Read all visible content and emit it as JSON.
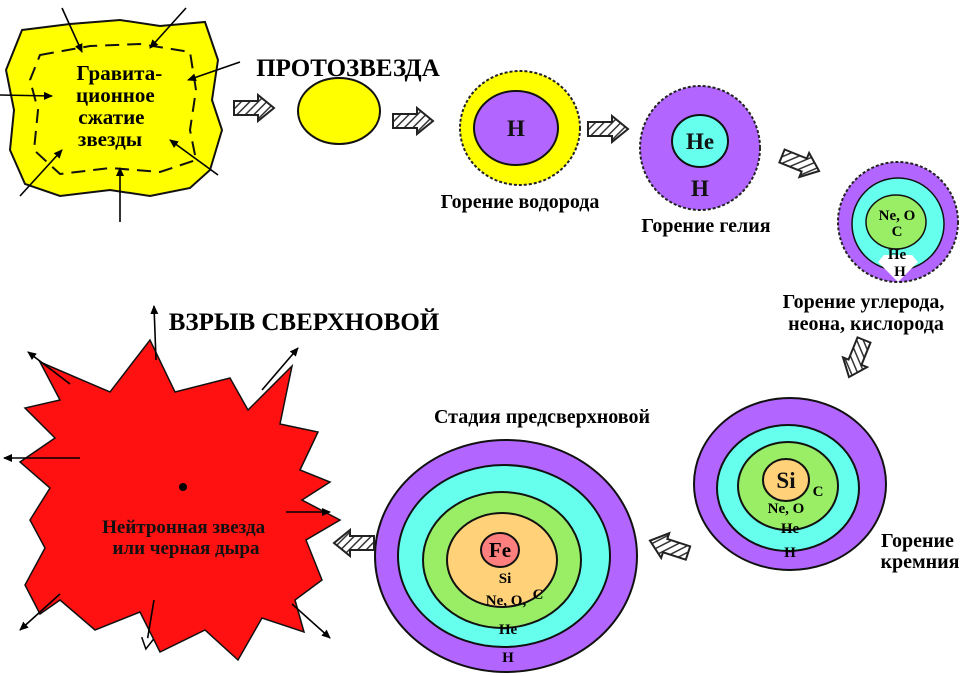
{
  "colors": {
    "yellow": "#ffff00",
    "purple": "#b266ff",
    "cyan": "#66ffee",
    "green": "#99ee66",
    "orange": "#ffd27a",
    "pink": "#ff7f7f",
    "red": "#ff1111",
    "arrow_hatch": "#555555"
  },
  "icons": {
    "process_arrow": "hatched-arrow-icon",
    "force_arrow": "thin-arrow-icon"
  },
  "stages": {
    "cloud": {
      "label_lines": [
        "Гравита-",
        "ционное",
        "сжатие",
        "звезды"
      ]
    },
    "protostar": {
      "heading": "ПРОТОЗВЕЗДА"
    },
    "hydrogen": {
      "core": "H",
      "caption": "Горение водорода"
    },
    "helium": {
      "core": "He",
      "outer": "H",
      "caption": "Горение гелия"
    },
    "carbon": {
      "core_line1": "Ne, O",
      "core_line2": "C",
      "he": "He",
      "h": "H",
      "caption_lines": [
        "Горение углерода,",
        "неона, кислорода"
      ]
    },
    "silicon": {
      "si": "Si",
      "c": "C",
      "neo": "Ne, O",
      "he": "He",
      "h": "H",
      "caption_lines": [
        "Горение",
        "кремния"
      ]
    },
    "presupernova": {
      "heading": "Стадия предсверхновой",
      "fe": "Fe",
      "si": "Si",
      "neo": "Ne, O,",
      "c": "C",
      "he": "He",
      "h": "H"
    },
    "explosion": {
      "heading": "ВЗРЫВ СВЕРХНОВОЙ",
      "label_lines": [
        "Нейтронная звезда",
        "или черная дыра"
      ]
    }
  }
}
